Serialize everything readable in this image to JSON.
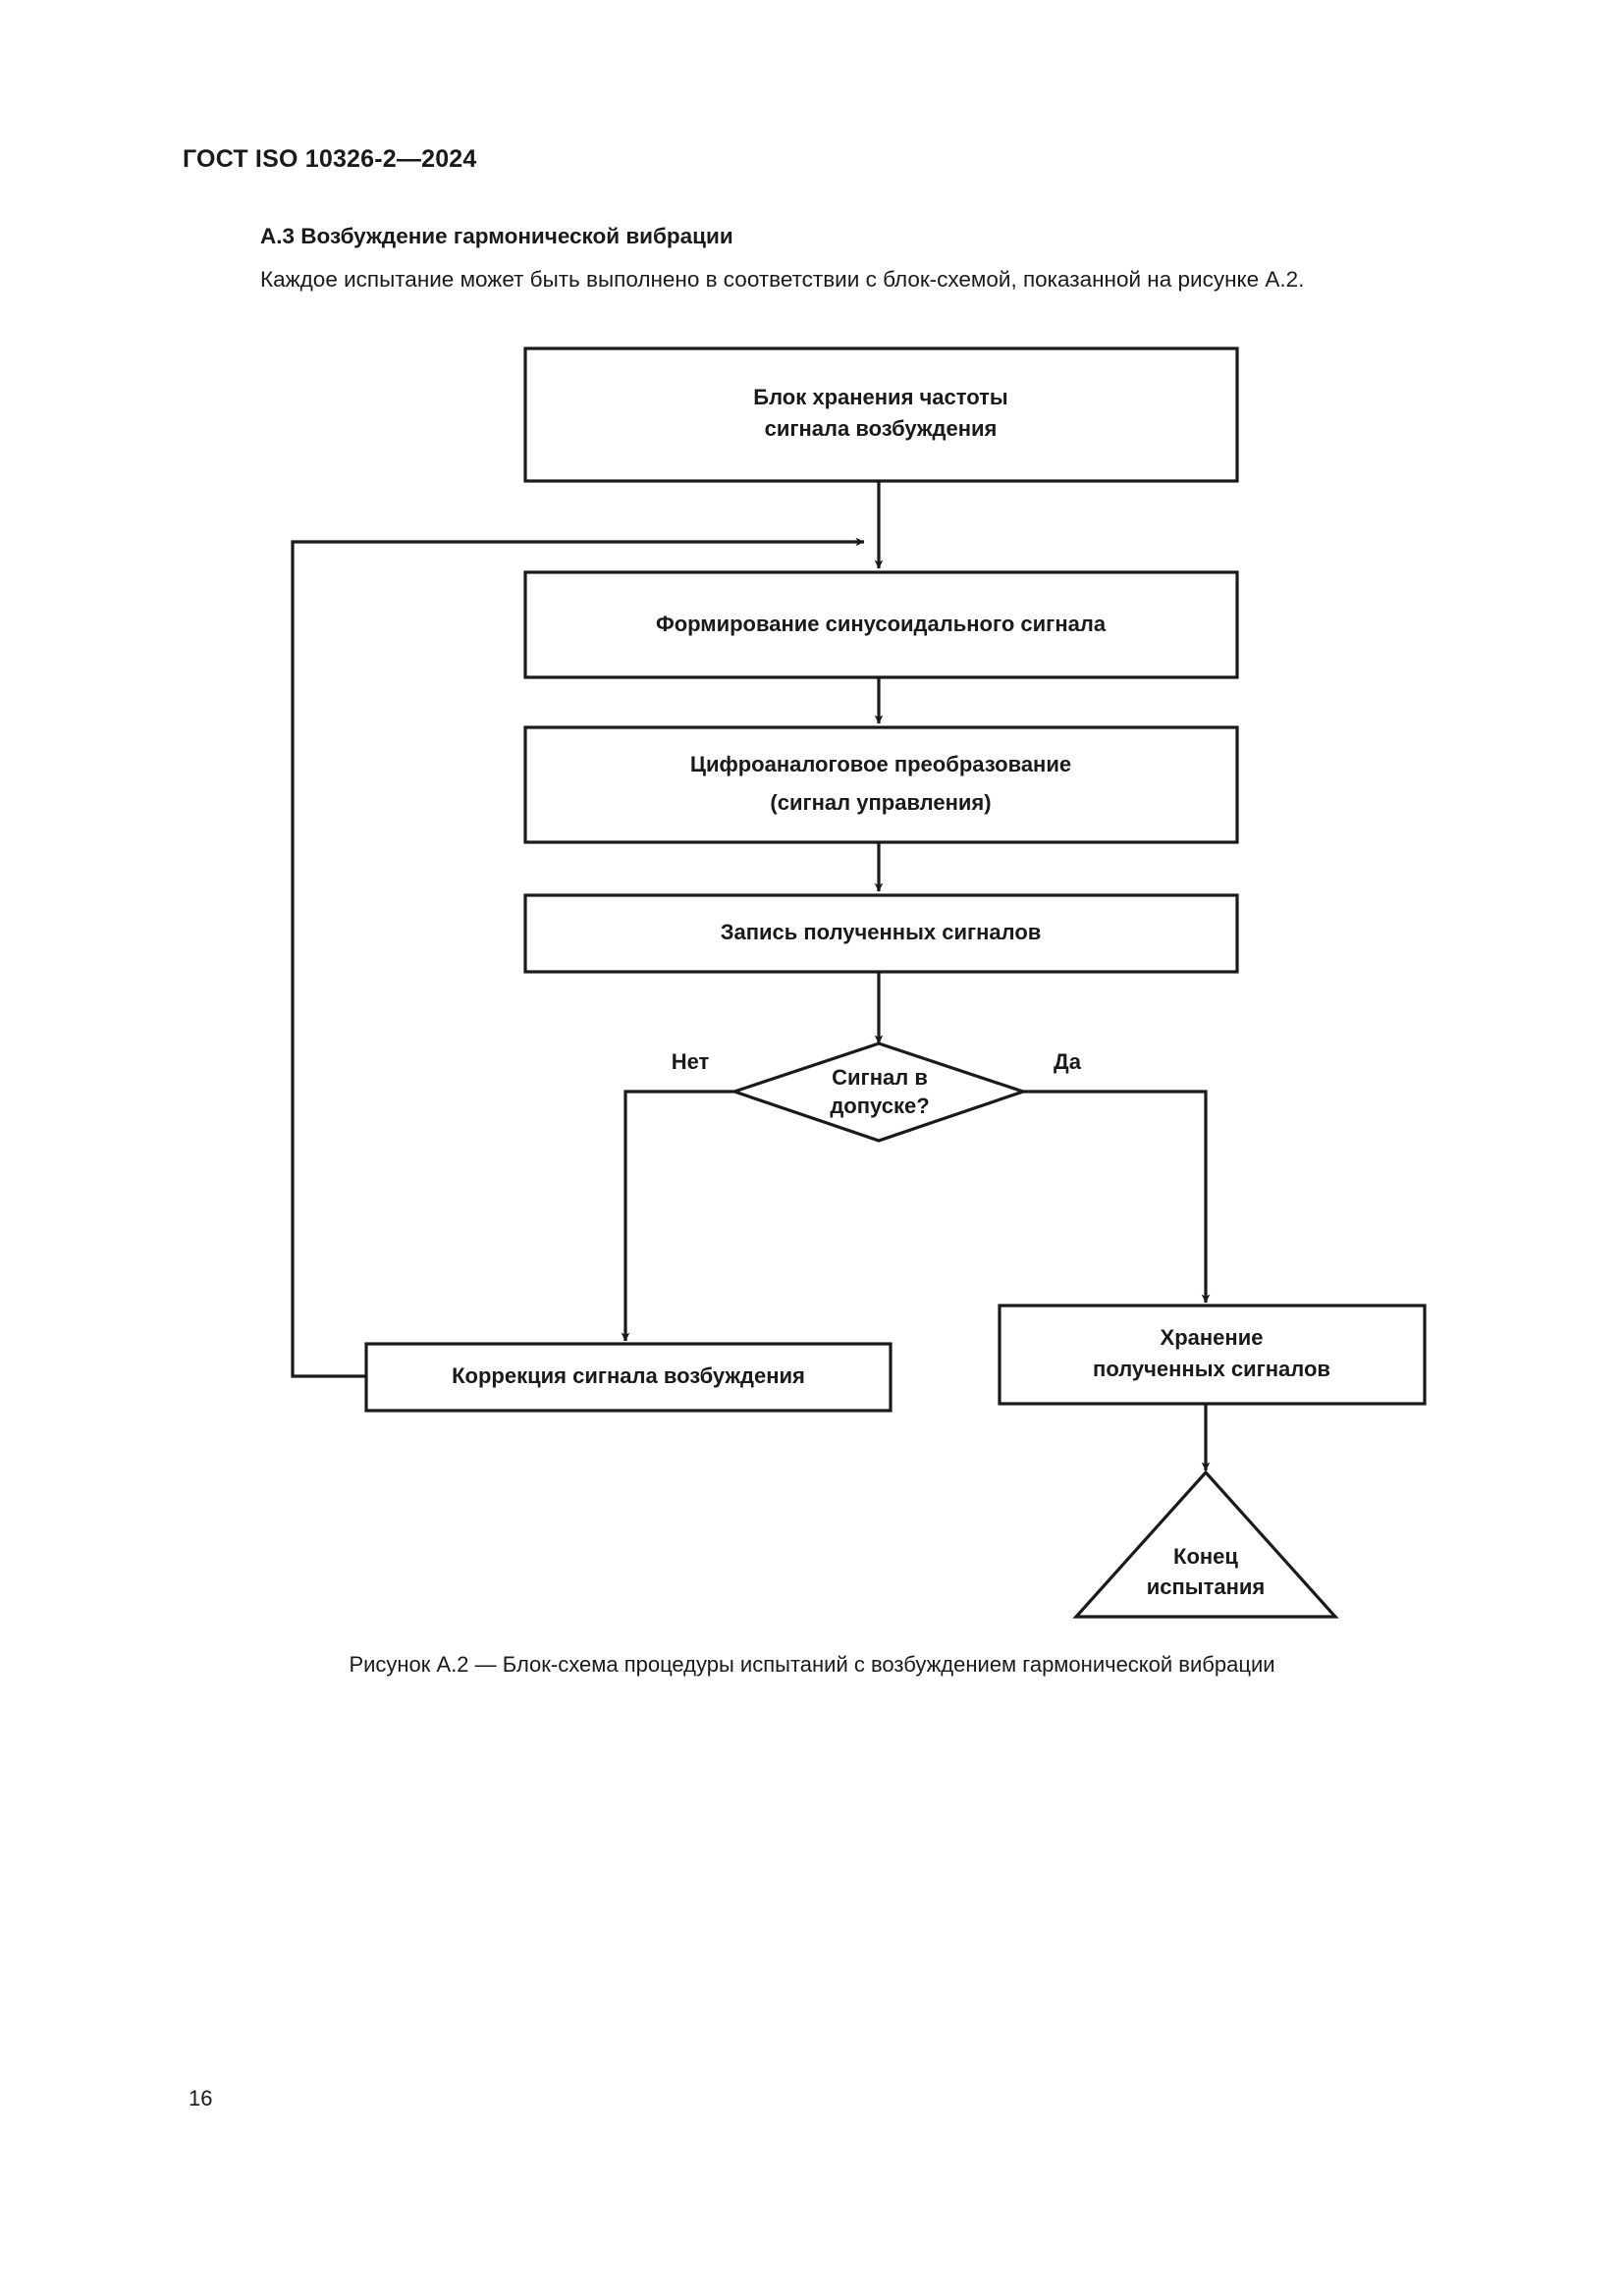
{
  "document": {
    "header": "ГОСТ ISO 10326-2—2024",
    "page_number": "16"
  },
  "section": {
    "heading": "А.3 Возбуждение гармонической вибрации",
    "paragraph": "Каждое испытание может быть выполнено в соответствии с блок-схемой, показанной на рисунке А.2."
  },
  "figure": {
    "caption": "Рисунок А.2 — Блок-схема процедуры испытаний с возбуждением гармонической вибрации",
    "nodes": {
      "store_frequency": {
        "shape": "rectangle",
        "line1": "Блок хранения частоты",
        "line2": "сигнала возбуждения"
      },
      "generate_sine": {
        "shape": "rectangle",
        "line1": "Формирование синусоидального сигнала"
      },
      "dac_conversion": {
        "shape": "rectangle",
        "line1": "Цифроаналоговое преобразование",
        "line2": "(сигнал управления)"
      },
      "record_signals": {
        "shape": "rectangle",
        "line1": "Запись полученных сигналов"
      },
      "decision_tolerance": {
        "shape": "diamond",
        "line1": "Сигнал в",
        "line2": "допуске?"
      },
      "store_signals": {
        "shape": "rectangle",
        "line1": "Хранение",
        "line2": "полученных сигналов"
      },
      "correct_signal": {
        "shape": "rectangle",
        "line1": "Коррекция сигнала возбуждения"
      },
      "end_of_test": {
        "shape": "triangle",
        "line1": "Конец",
        "line2": "испытания"
      }
    },
    "branch_labels": {
      "no": "Нет",
      "yes": "Да"
    },
    "colors": {
      "stroke": "#1a1a1a",
      "fill": "#ffffff"
    }
  }
}
